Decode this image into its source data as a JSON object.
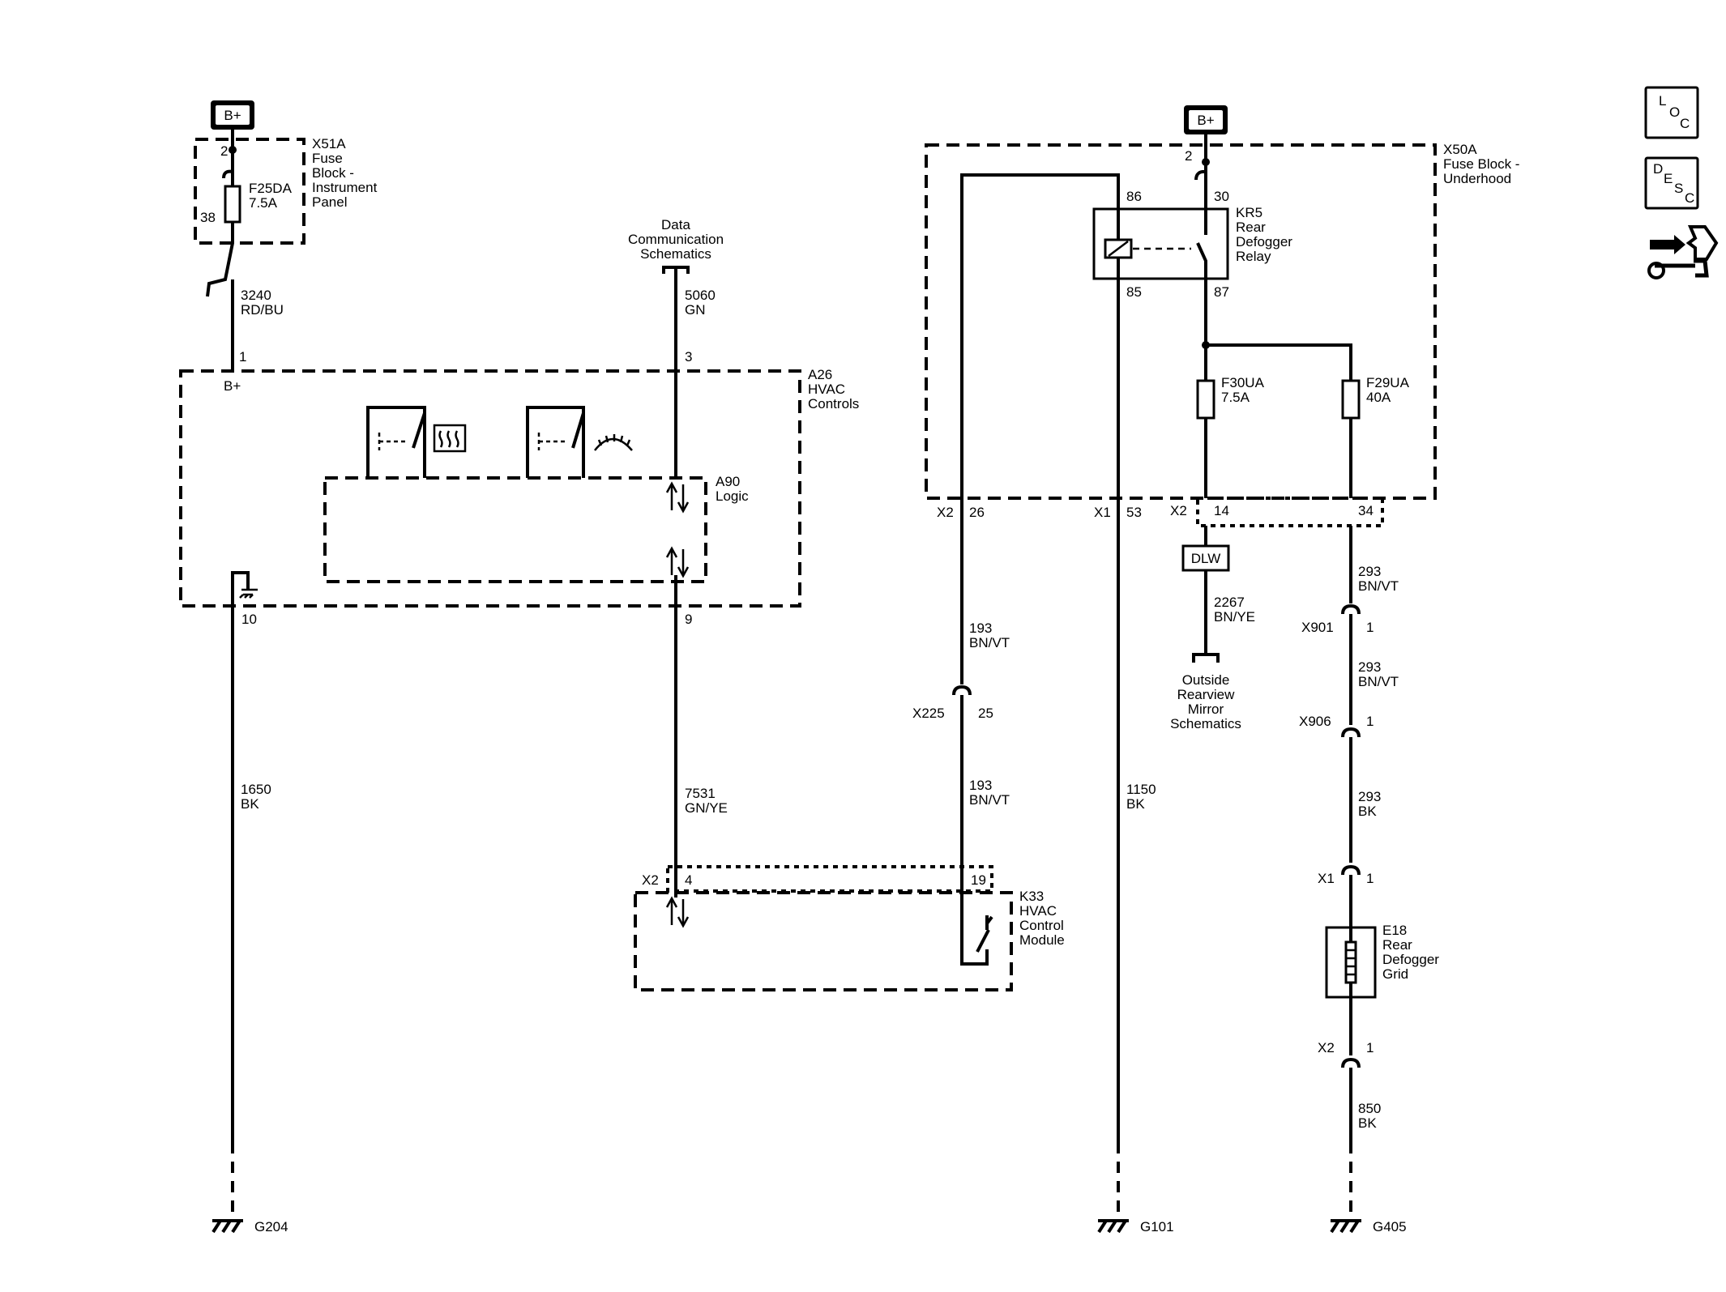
{
  "power": {
    "bplus_left": "B+",
    "bplus_right": "B+"
  },
  "fuse_block_ip": {
    "name": "X51A",
    "desc": [
      "Fuse",
      "Block -",
      "Instrument",
      "Panel"
    ],
    "fuse": "F25DA",
    "rating": "7.5A",
    "pin_in": "2",
    "pin_out": "38"
  },
  "fuse_block_uh": {
    "name": "X50A",
    "desc": [
      "Fuse Block -",
      "Underhood"
    ],
    "pin_in": "2",
    "relay": {
      "name": "KR5",
      "desc": [
        "Rear",
        "Defogger",
        "Relay"
      ],
      "pin86": "86",
      "pin30": "30",
      "pin85": "85",
      "pin87": "87"
    },
    "fuse_a": {
      "name": "F30UA",
      "rating": "7.5A"
    },
    "fuse_b": {
      "name": "F29UA",
      "rating": "40A"
    },
    "conn_x2a": "X2",
    "pin26": "26",
    "conn_x1": "X1",
    "pin53": "53",
    "conn_x2b": "X2",
    "pin14": "14",
    "pin34": "34"
  },
  "module_a26": {
    "name": "A26",
    "desc": [
      "HVAC",
      "Controls"
    ],
    "bplus": "B+",
    "pin1": "1",
    "pin3": "3",
    "pin9": "9",
    "pin10": "10",
    "logic_name": "A90",
    "logic_desc": "Logic"
  },
  "module_k33": {
    "name": "K33",
    "desc": [
      "HVAC",
      "Control",
      "Module"
    ],
    "conn": "X2",
    "pin4": "4",
    "pin19": "19"
  },
  "data_comm": [
    "Data",
    "Communication",
    "Schematics"
  ],
  "mirror_ref": [
    "Outside",
    "Rearview",
    "Mirror",
    "Schematics"
  ],
  "dlw": "DLW",
  "grid": {
    "name": "E18",
    "desc": [
      "Rear",
      "Defogger",
      "Grid"
    ]
  },
  "wires": {
    "w3240": [
      "3240",
      "RD/BU"
    ],
    "w5060": [
      "5060",
      "GN"
    ],
    "w1650": [
      "1650",
      "BK"
    ],
    "w7531": [
      "7531",
      "GN/YE"
    ],
    "w193a": [
      "193",
      "BN/VT"
    ],
    "w193b": [
      "193",
      "BN/VT"
    ],
    "w1150": [
      "1150",
      "BK"
    ],
    "w2267": [
      "2267",
      "BN/YE"
    ],
    "w293a": [
      "293",
      "BN/VT"
    ],
    "w293b": [
      "293",
      "BN/VT"
    ],
    "w293c": [
      "293",
      "BK"
    ],
    "w850": [
      "850",
      "BK"
    ]
  },
  "connectors": {
    "x225": "X225",
    "x225_pin": "25",
    "x901": "X901",
    "x901_pin": "1",
    "x906": "X906",
    "x906_pin": "1",
    "x1": "X1",
    "x1_pin": "1",
    "x2": "X2",
    "x2_pin": "1"
  },
  "grounds": {
    "g204": "G204",
    "g101": "G101",
    "g405": "G405"
  },
  "nav": {
    "loc": [
      "L",
      "O",
      "C"
    ],
    "desc": [
      "D",
      "E",
      "S",
      "C"
    ],
    "tool_icon": "connector-wrench-icon"
  }
}
